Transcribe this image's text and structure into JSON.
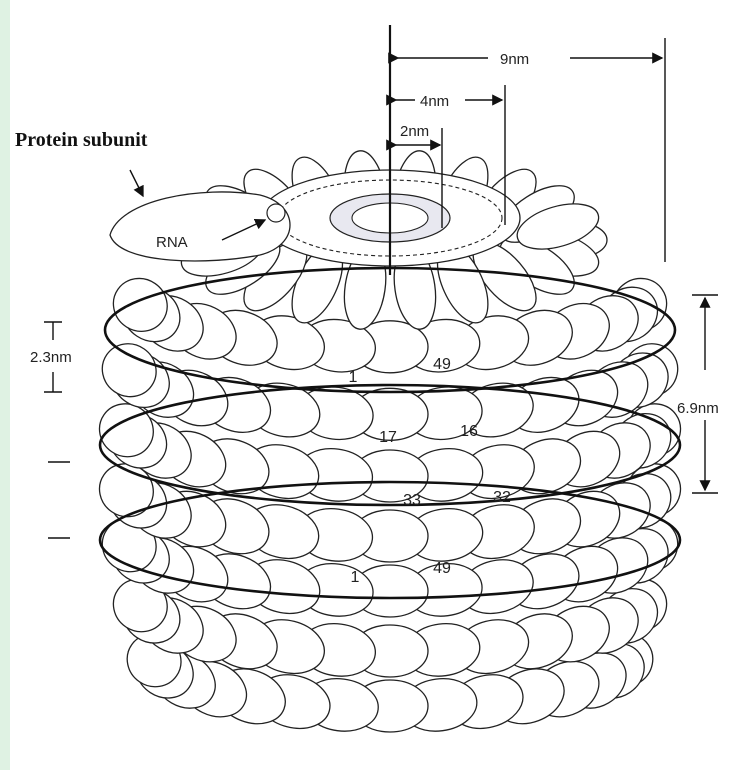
{
  "figure": {
    "title": "Protein subunit",
    "rna_label": "RNA",
    "dimensions": {
      "outer_radius": "9nm",
      "inner_radius": "4nm",
      "channel_radius": "2nm",
      "subunit_height": "2.3nm",
      "helix_pitch": "6.9nm"
    },
    "subunit_numbers": {
      "turn1_left": "1",
      "turn1_right": "49",
      "turn2_left": "17",
      "turn2_right": "16",
      "turn3_left": "33",
      "turn3_right": "32",
      "turn4_left": "1",
      "turn4_right": "49"
    }
  }
}
